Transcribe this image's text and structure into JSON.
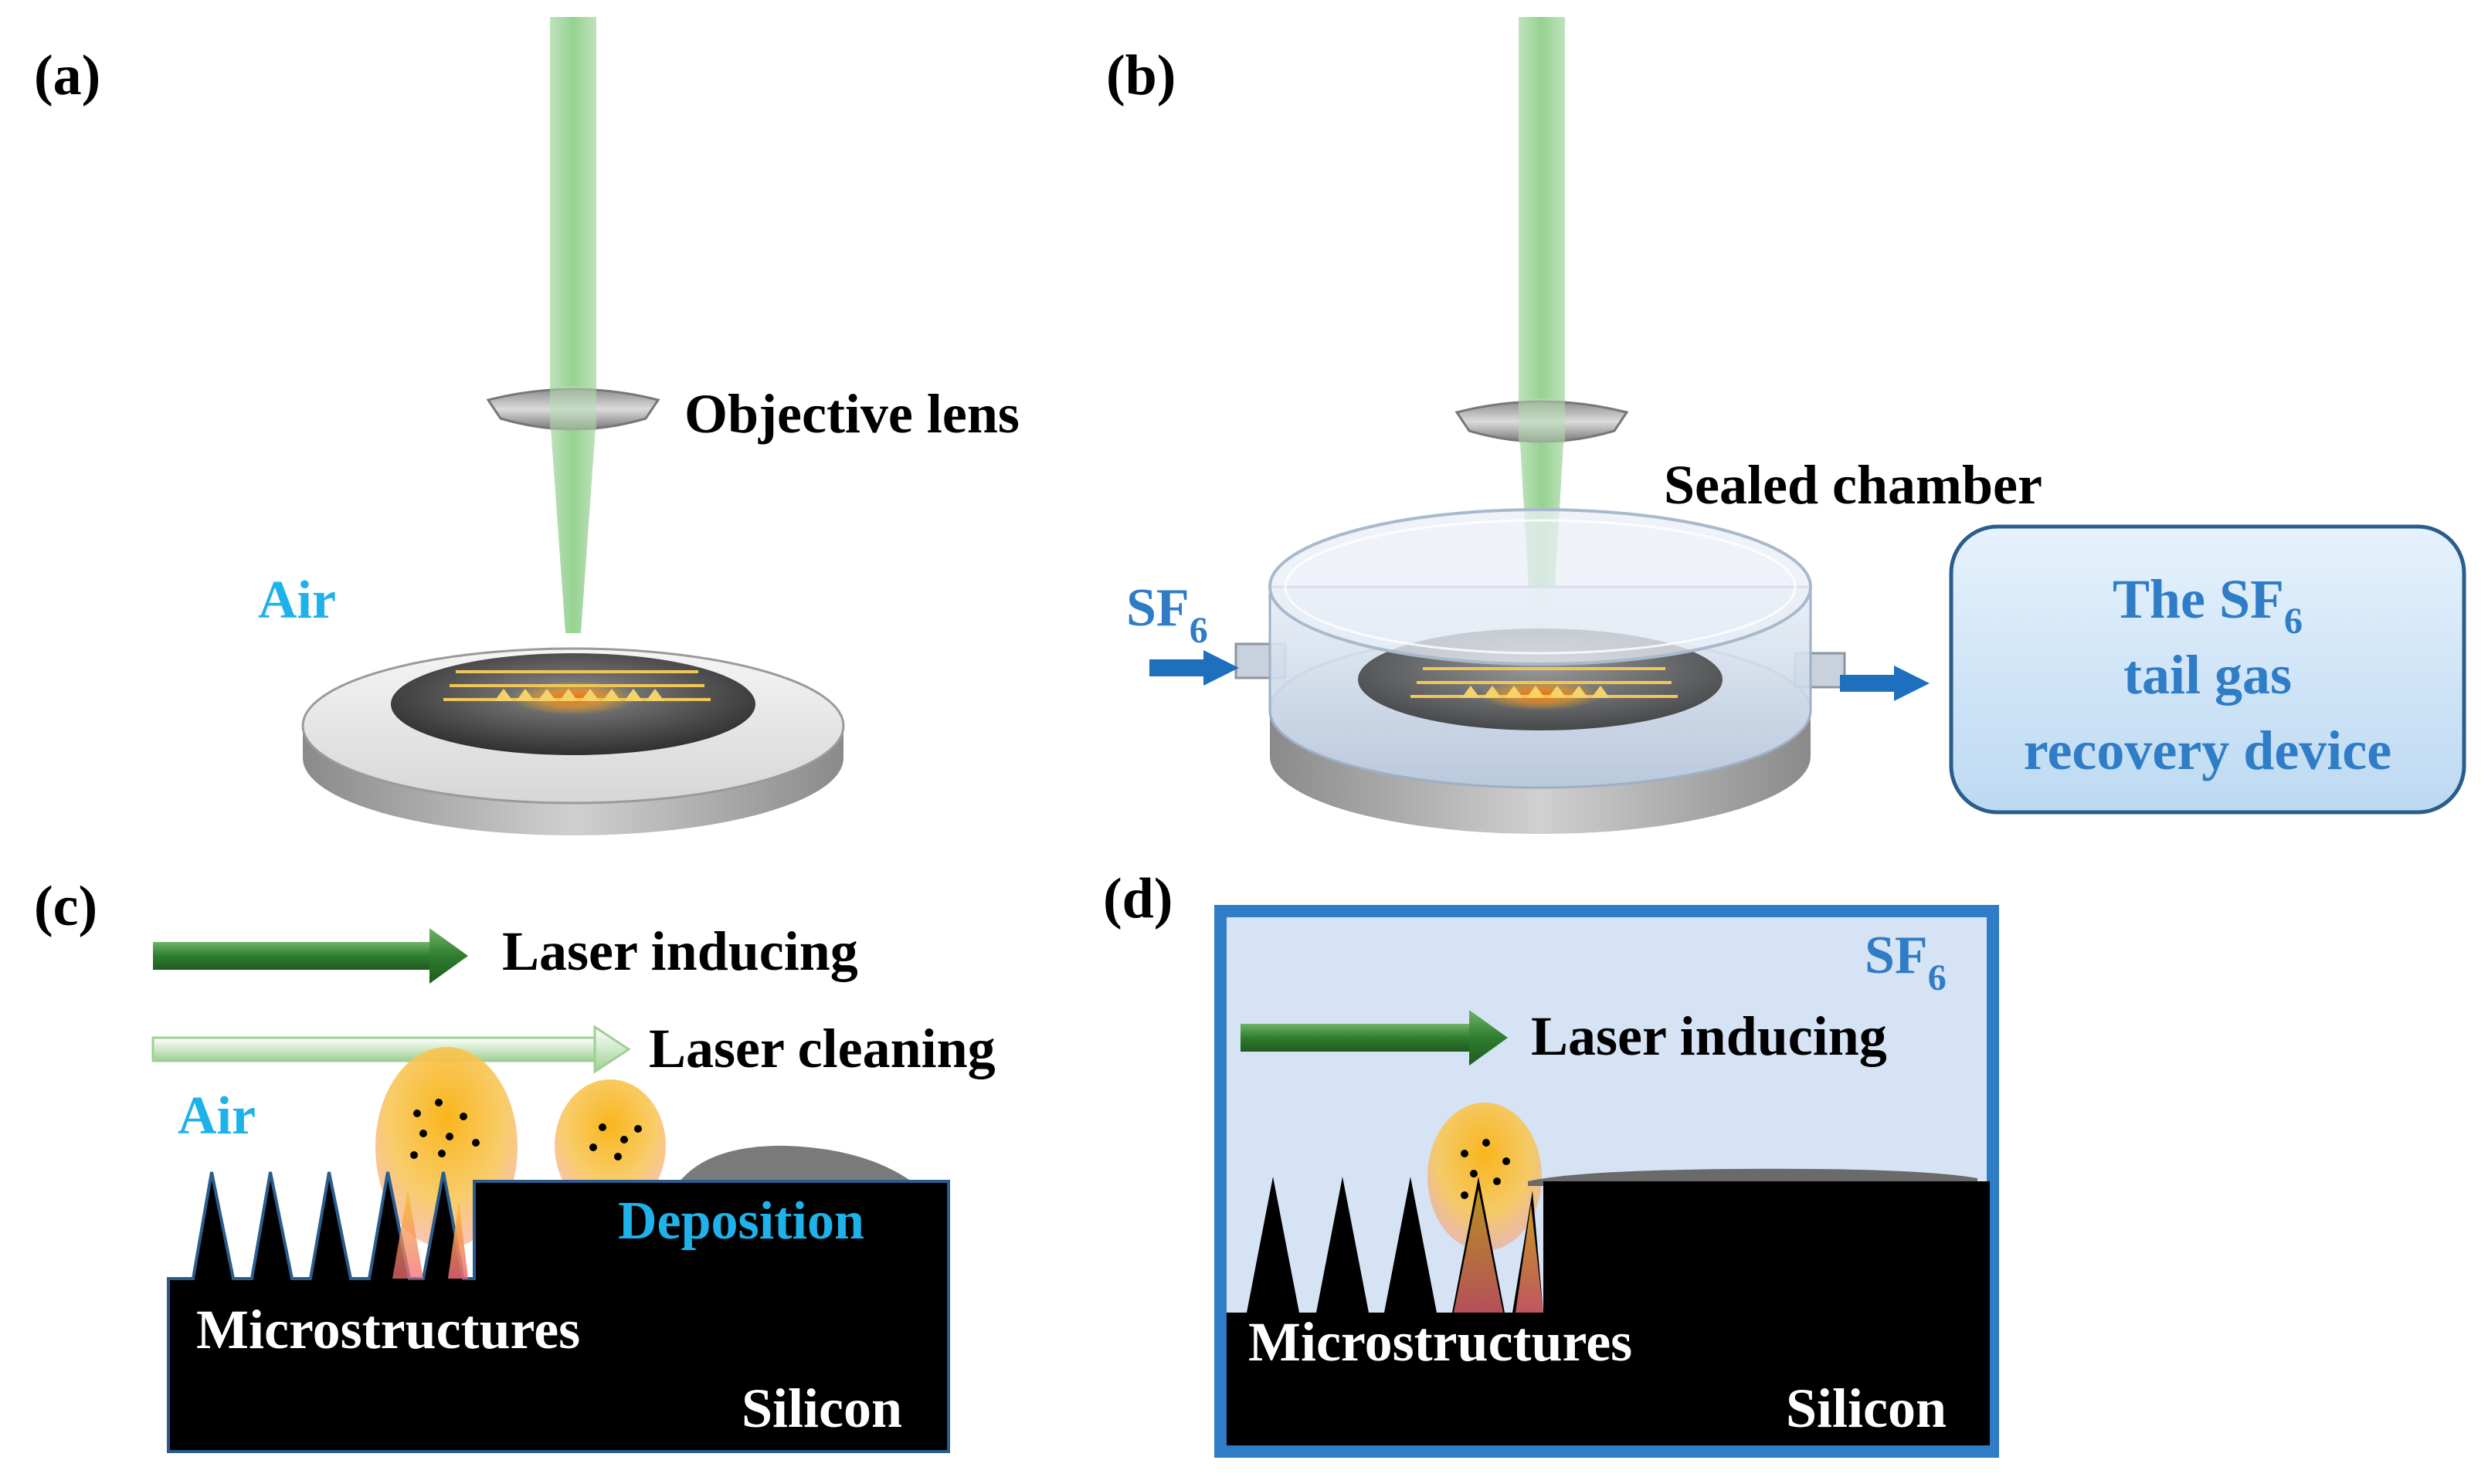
{
  "colors": {
    "laser_green": "#9fd39c",
    "air_cyan": "#1fb2ea",
    "sf6_blue": "#2f7cc7",
    "chamber_fill": "#d6e3f4",
    "device_fill": "#d5e9fa",
    "device_border": "#2a5c8c",
    "arrow_blue": "#1f6fbf",
    "inducing_arrow": "#2f7e2f",
    "cleaning_arrow": "#cfe9c8",
    "silicon": "#000000",
    "plume_core": "#f7c12a",
    "plume_tip": "#f08a78",
    "deposition_film": "#7a7a7a"
  },
  "panel_a": {
    "label": "(a)",
    "objective_lens": "Objective lens",
    "air": "Air"
  },
  "panel_b": {
    "label": "(b)",
    "sealed_chamber": "Sealed chamber",
    "sf6_inlet": "SF",
    "sf6_inlet_sub": "6",
    "device_line1_pre": "The SF",
    "device_line1_sub": "6",
    "device_line2": "tail gas",
    "device_line3": "recovery device"
  },
  "panel_c": {
    "label": "(c)",
    "laser_inducing": "Laser inducing",
    "laser_cleaning": "Laser cleaning",
    "air": "Air",
    "deposition": "Deposition",
    "microstructures": "Microstructures",
    "silicon": "Silicon"
  },
  "panel_d": {
    "label": "(d)",
    "sf6": "SF",
    "sf6_sub": "6",
    "laser_inducing": "Laser inducing",
    "microstructures": "Microstructures",
    "silicon": "Silicon"
  }
}
